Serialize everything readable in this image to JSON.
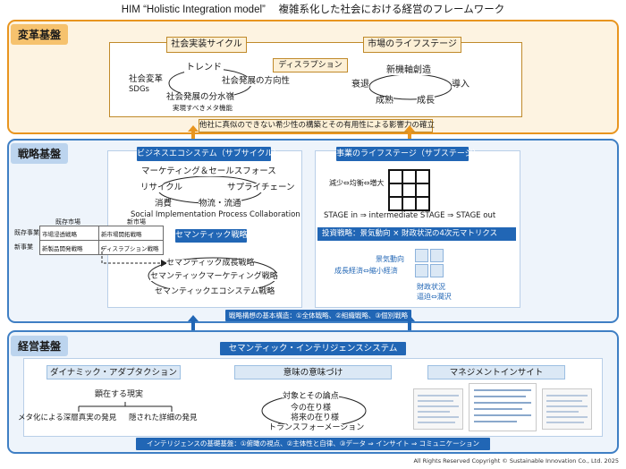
{
  "title": "HIM “Holistic Integration model”　 複雑系化した社会における経営のフレームワーク",
  "footer": "All Rights Reserved Copyright © Sustainable Innovation Co., Ltd. 2025",
  "transformation": {
    "label": "変革基盤",
    "social_cycle": {
      "header": "社会実装サイクル",
      "trend": "トレンド",
      "social_change": "社会変革",
      "sdgs": "SDGs",
      "direction": "社会発展の方向性",
      "watershed": "社会発展の分水嶺",
      "meta": "実現すべきメタ機能"
    },
    "disruption": "ディスラプション",
    "market_life": {
      "header": "市場のライフステージ",
      "new_axis": "新機軸創造",
      "decline": "衰退",
      "intro": "導入",
      "maturity": "成熟",
      "growth": "成長"
    },
    "bottom_banner": "他社に真似のできない希少性の構築とその有用性による影響力の確立"
  },
  "strategy": {
    "label": "戦略基盤",
    "eco_header": "ビジネスエコシステム（サブサイクル）",
    "marketing": "マーケティング＆セールスフォース",
    "recycle": "リサイクル",
    "supply": "サプライチェーン",
    "consume": "消費",
    "logistics": "物流・流通",
    "sipc": "Social Implementation Process Collaboration",
    "semantic_strategy": "セマンティック戦略",
    "matrix": {
      "col_existing": "既存市場",
      "col_new": "新市場",
      "row_existing": "既存事業",
      "row_new": "新事業",
      "cell_penetration": "市場浸透戦略",
      "cell_market_dev": "新市場開拓戦略",
      "cell_product_dev": "新製品開発戦略",
      "cell_disruption": "ディスラプション戦略"
    },
    "growth_strategy": "セマンティック成長戦略",
    "marketing_strategy": "セマンティックマーケティング戦略",
    "ecosystem_strategy": "セマンティックエコシステム戦略",
    "stage_header": "事業のライフステージ（サブステージ）",
    "decrease": "減少⇔均衡⇔増大",
    "stage_flow": "STAGE in ⇒ intermediate STAGE ⇒ STAGE out",
    "investment": "投資戦略：景気動向 × 財政状況の4次元マトリクス",
    "economy": "景気動向",
    "growth_econ": "成長経済⇔縮小経済",
    "finance": "財政状況",
    "finance_sub": "逼迫⇔潤沢",
    "structure": "戦略構想の基本構造：①全体戦略、②組織戦略、③個別戦略"
  },
  "management": {
    "label": "経営基盤",
    "system": "セマンティック・インテリジェンスシステム",
    "dynamic": "ダイナミック・アダプタクション",
    "meaning": "意味の意味づけ",
    "insight": "マネジメントインサイト",
    "explicit": "顕在する現実",
    "meta_deep": "メタ化による深層真実の発見",
    "hidden": "隠された詳細の発見",
    "obj_issue": "対象とその論点",
    "present": "今の在り様",
    "future": "将来の在り様",
    "transform": "トランスフォーメーション",
    "intel_base": "インテリジェンスの基礎基盤：①俯瞰の視点、②主体性と自律、③データ ⇒ インサイト ⇒ コミュニケーション"
  },
  "colors": {
    "orange": "#e8951f",
    "orange_bg": "#fdf3e1",
    "blue": "#2166b5",
    "blue_frame": "#3f7fc4",
    "light_blue": "#dbe8f5"
  }
}
